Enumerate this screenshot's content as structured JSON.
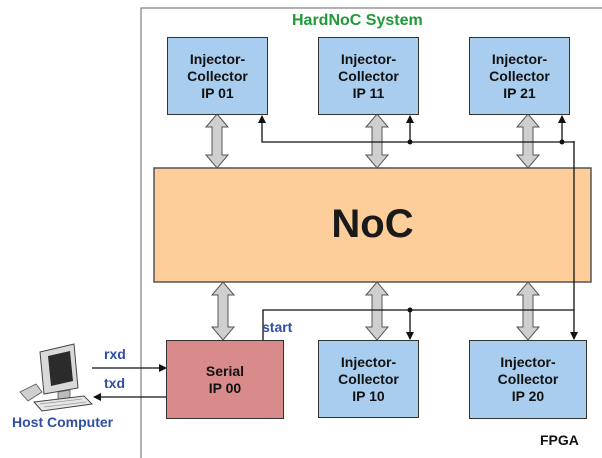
{
  "system_title": "HardNoC System",
  "fpga_label": "FPGA",
  "noc_label": "NoC",
  "host_label": "Host Computer",
  "signals": {
    "rxd": "rxd",
    "txd": "txd",
    "start": "start"
  },
  "colors": {
    "ip_fill": "#a9cdee",
    "serial_fill": "#d98a8a",
    "noc_fill": "#fdcd9a",
    "title_green": "#1f9a3a",
    "signal_blue": "#2f4fa6",
    "arrow_fill": "#cfcfcf"
  },
  "ip_blocks": [
    {
      "id": "ip01",
      "lines": [
        "Injector-",
        "Collector",
        "IP 01"
      ]
    },
    {
      "id": "ip11",
      "lines": [
        "Injector-",
        "Collector",
        "IP 11"
      ]
    },
    {
      "id": "ip21",
      "lines": [
        "Injector-",
        "Collector",
        "IP 21"
      ]
    },
    {
      "id": "ip00",
      "lines": [
        "Serial",
        "IP 00"
      ]
    },
    {
      "id": "ip10",
      "lines": [
        "Injector-",
        "Collector",
        "IP 10"
      ]
    },
    {
      "id": "ip20",
      "lines": [
        "Injector-",
        "Collector",
        "IP 20"
      ]
    }
  ]
}
